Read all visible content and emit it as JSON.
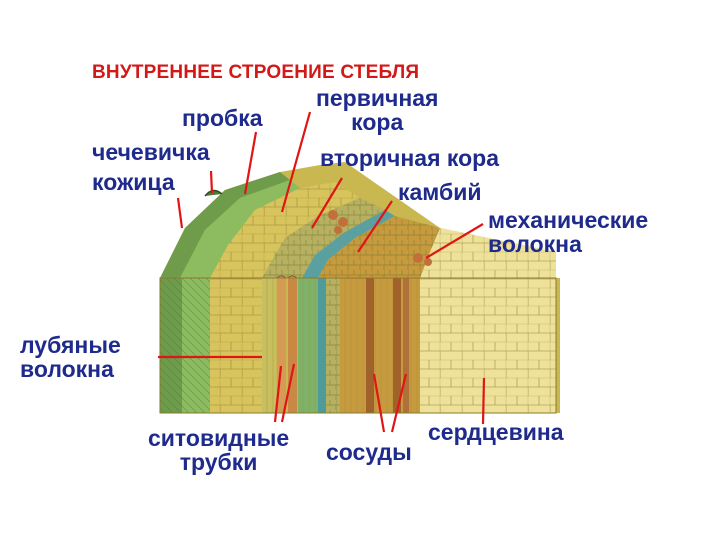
{
  "title": "ВНУТРЕННЕЕ СТРОЕНИЕ СТЕБЛЯ",
  "labels": {
    "probka": "пробка",
    "pervichnaya_kora": [
      "первичная",
      "кора"
    ],
    "chechevichka": "чечевичка",
    "kozhitsa": "кожица",
    "vtorichnaya_kora": "вторичная кора",
    "kambiy": "камбий",
    "mekhanicheskie_volokna": [
      "механические",
      "волокна"
    ],
    "lubyanye_volokna": [
      "лубяные",
      "волокна"
    ],
    "sitovidnye_trubki": [
      "ситовидные",
      "трубки"
    ],
    "sosudy": "сосуды",
    "serdtsevina": "сердцевина"
  },
  "colors": {
    "title": "#d41818",
    "label_text": "#1e2a8c",
    "pointer_lines": "#e01515",
    "bark": "#7fae5a",
    "cortex": "#d9c25a",
    "pith": "#efe39a"
  }
}
